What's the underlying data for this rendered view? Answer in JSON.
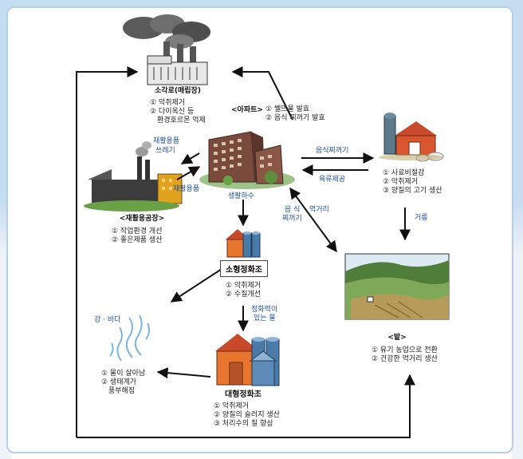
{
  "nodes": {
    "incinerator": {
      "title": "소각로(매립장)",
      "items": [
        "① 악취제거",
        "② 다이옥신 등",
        "환경호르몬 억제"
      ]
    },
    "apartment": {
      "title": "<아파트>",
      "items": [
        "① 쎌뜨물 발효",
        "② 음식 찌꺼기 발효"
      ]
    },
    "recycling_plant": {
      "title": "<재활용공장>",
      "items": [
        "① 작업환경 개선",
        "② 좋은제품 생산"
      ]
    },
    "farm": {
      "items": [
        "① 사료비절감",
        "② 악취제거",
        "③ 양질의 고기 생산"
      ]
    },
    "small_treatment": {
      "title": "소형정화조",
      "items": [
        "① 악취제거",
        "② 수질개선"
      ]
    },
    "river": {
      "title": "강 · 바다",
      "items": [
        "① 물이 살아남",
        "② 생태계가",
        "풍부해짐"
      ]
    },
    "large_treatment": {
      "title": "대형정화조",
      "items": [
        "① 악취제거",
        "② 양질의 슬러지 생산",
        "③ 처리수의 질 향상"
      ]
    },
    "field": {
      "title": "<밭>",
      "items": [
        "① 유기 농업으로 전환",
        "② 건강한 먹거리 생산"
      ]
    }
  },
  "flows": {
    "recyclables_waste": [
      "재활용품",
      "쓰레기"
    ],
    "recyclables": "재활용품",
    "food_waste": "음식찌꺼기",
    "meat_supply": "육류제공",
    "domestic_sewage": "생활하수",
    "food_waste_vertical": [
      "음 식",
      "찌꺼기"
    ],
    "food": "먹거리",
    "manure": "거름",
    "purified_water": [
      "정화력이",
      "있는 물"
    ]
  }
}
